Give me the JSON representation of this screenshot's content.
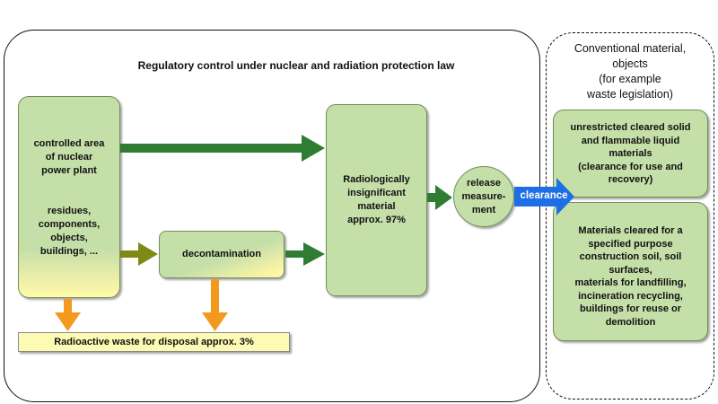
{
  "main_title": "Regulatory control under nuclear and radiation protection law",
  "source_box": {
    "line1": "controlled area\nof nuclear\npower plant",
    "line2": "residues,\ncomponents,\nobjects,\nbuildings,  ..."
  },
  "decontamination": "decontamination",
  "insignificant": "Radiologically\ninsignificant\nmaterial\napprox. 97%",
  "release": "release\nmeasure-\nment",
  "clearance": "clearance",
  "waste": "Radioactive waste for disposal approx. 3%",
  "right_title": "Conventional material,\nobjects\n(for example\nwaste legislation)",
  "unrestricted": "unrestricted cleared solid\nand flammable liquid\nmaterials\n(clearance for use and\nrecovery)",
  "specified_purpose": "Materials cleared for a\nspecified purpose\nconstruction soil, soil\nsurfaces,\nmaterials for landfilling,\nincineration recycling,\nbuildings for reuse or\ndemolition",
  "colors": {
    "green_arrow": "#2f7d32",
    "olive_arrow": "#7f8a16",
    "orange_arrow": "#f39a1e",
    "blue_arrow": "#1e6fe6",
    "box_green": "#c5dfa9",
    "waste_yellow": "#fdfbb3"
  }
}
